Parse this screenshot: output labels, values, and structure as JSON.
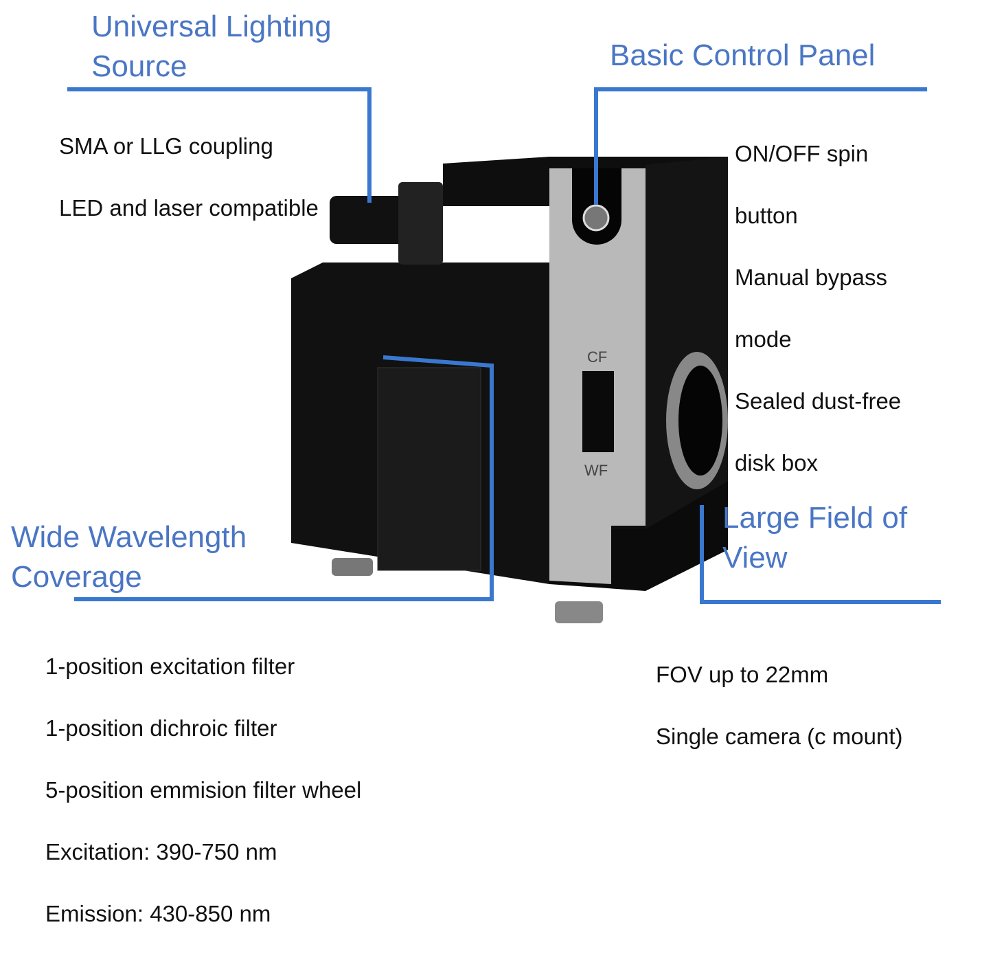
{
  "callouts": {
    "lighting": {
      "title_line1": "Universal Lighting",
      "title_line2": "Source",
      "desc": [
        "SMA or LLG coupling",
        "LED and laser compatible"
      ]
    },
    "control": {
      "title": "Basic Control Panel",
      "desc": [
        "ON/OFF spin",
        "button",
        "Manual bypass",
        "mode",
        "Sealed dust-free",
        "disk box"
      ]
    },
    "wavelength": {
      "title_line1": "Wide Wavelength",
      "title_line2": "Coverage",
      "desc": [
        "1-position excitation filter",
        "1-position dichroic filter",
        "5-position emmision filter wheel",
        "Excitation: 390-750 nm",
        "Emission: 430-850 nm"
      ]
    },
    "fov": {
      "title_line1": "Large Field of",
      "title_line2": "View",
      "desc": [
        "FOV up to 22mm",
        "Single camera (c mount)"
      ]
    }
  },
  "device": {
    "switch_top_label": "CF",
    "switch_bottom_label": "WF"
  },
  "colors": {
    "accent": "#3a78d0",
    "title": "#4a76c4"
  }
}
